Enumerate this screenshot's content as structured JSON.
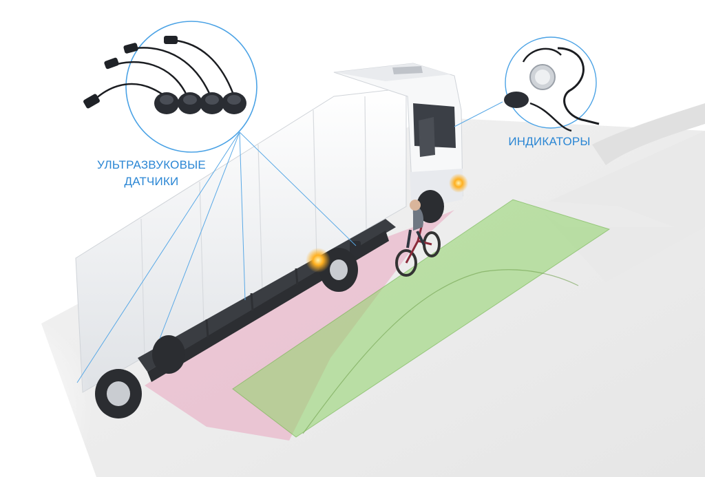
{
  "labels": {
    "sensors_line1": "УЛЬТРАЗВУКОВЫЕ",
    "sensors_line2": "ДАТЧИКИ",
    "indicators": "ИНДИКАТОРЫ"
  },
  "colors": {
    "accent_blue": "#2a86d4",
    "zone_green": "#8fd36a",
    "zone_pink": "#e9a6bf",
    "trailer_white": "#f4f5f7",
    "warning_amber": "#ffb020"
  },
  "items": {
    "sensors": "ultrasonic-sensors-icon",
    "indicator": "led-indicator-icon"
  }
}
